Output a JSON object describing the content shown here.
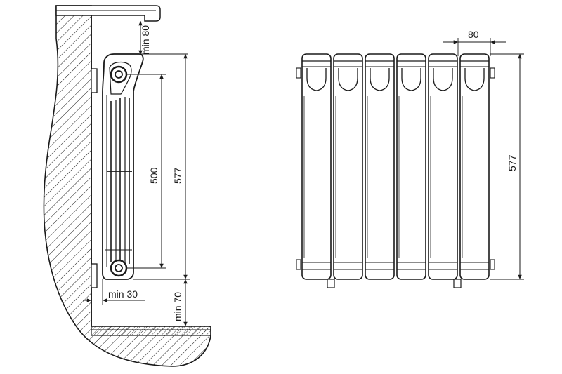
{
  "side_view": {
    "dim_top_clearance": "min 80",
    "dim_wall_gap": "min 30",
    "dim_floor_clearance": "min 70",
    "dim_axis_distance": "500",
    "dim_total_height": "577"
  },
  "front_view": {
    "dim_section_width": "80",
    "dim_total_height": "577",
    "section_count": 6
  },
  "colors": {
    "line": "#1a1a1a",
    "background": "#ffffff"
  }
}
